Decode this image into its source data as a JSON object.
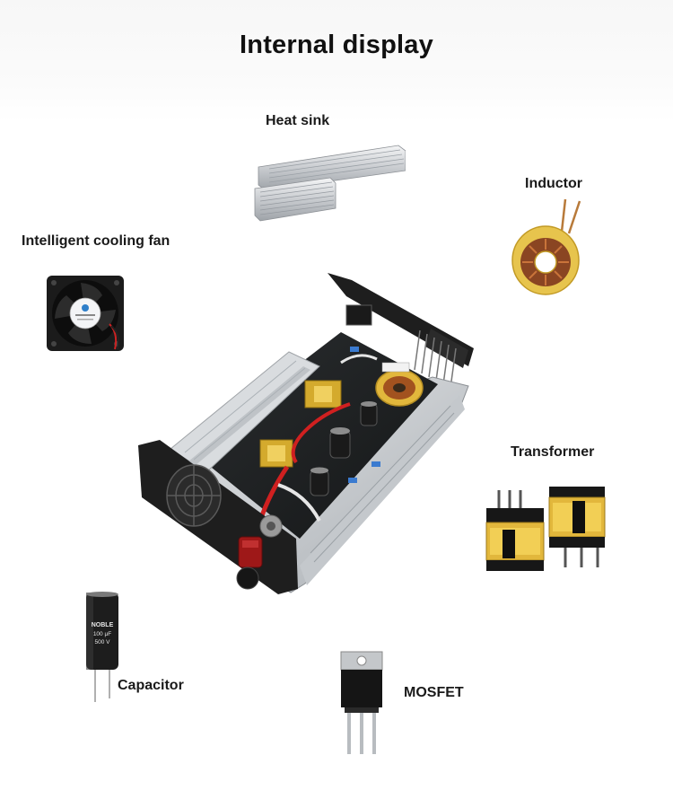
{
  "page": {
    "title": "Internal display",
    "background": "#ffffff"
  },
  "components": [
    {
      "id": "heat-sink",
      "label": "Heat sink"
    },
    {
      "id": "inductor",
      "label": "Inductor"
    },
    {
      "id": "cooling-fan",
      "label": "Intelligent cooling fan"
    },
    {
      "id": "transformer",
      "label": "Transformer"
    },
    {
      "id": "capacitor",
      "label": "Capacitor"
    },
    {
      "id": "mosfet",
      "label": "MOSFET"
    }
  ],
  "capacitor_printing": [
    "NOBLE",
    "100 μF",
    "500 V"
  ]
}
